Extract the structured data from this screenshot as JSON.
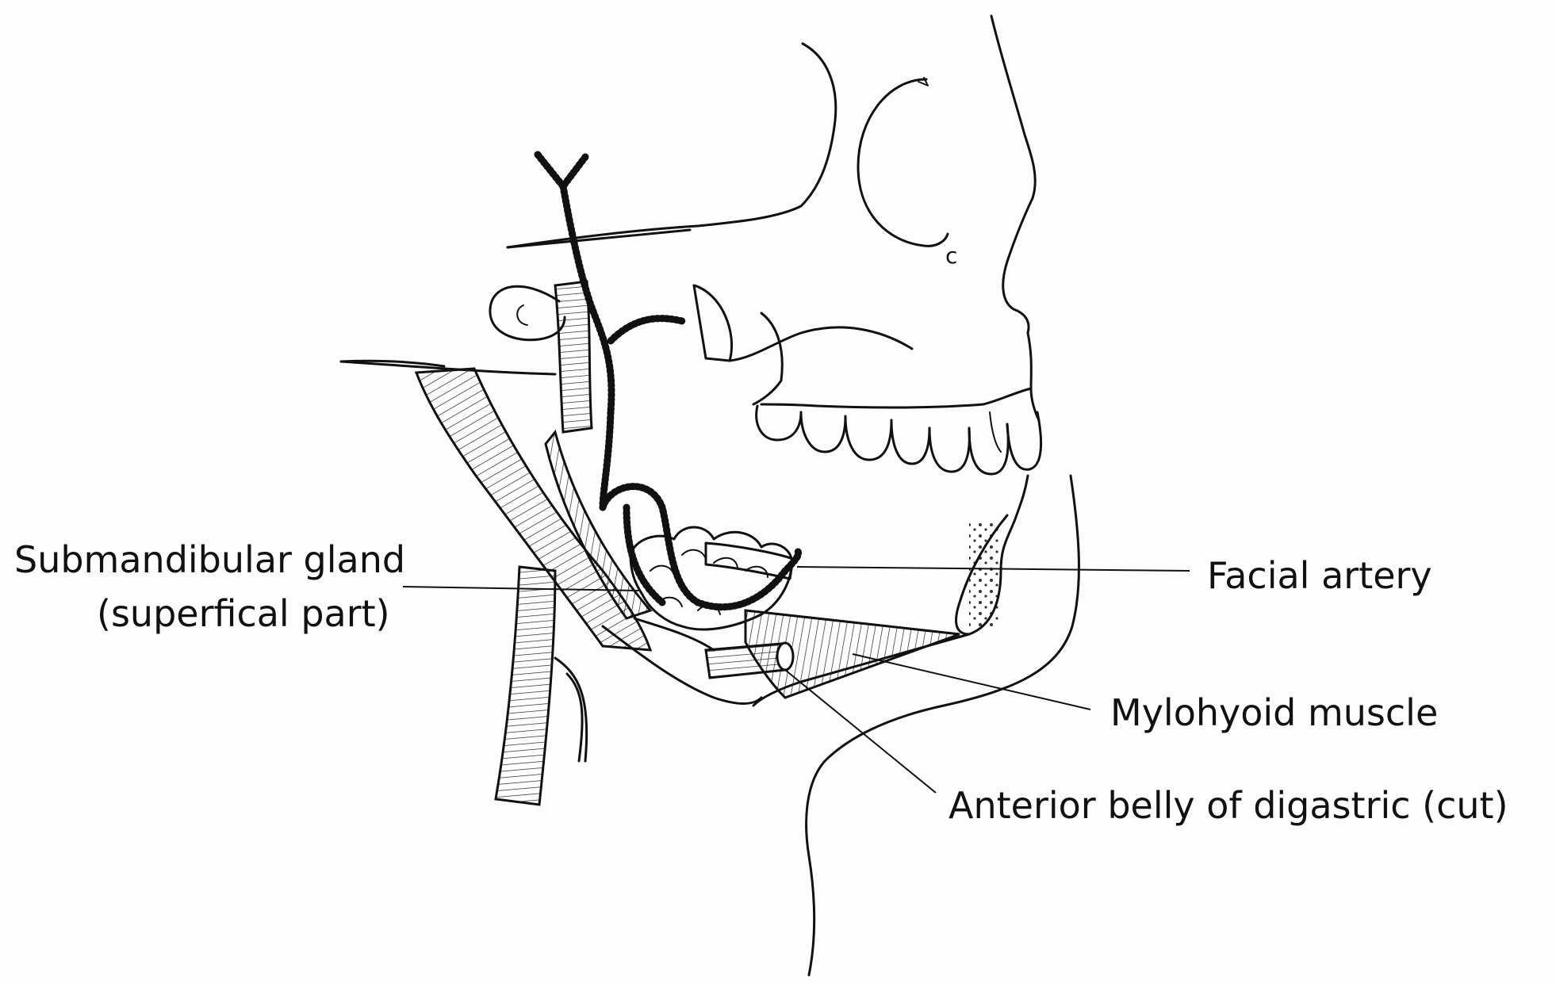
{
  "figure": {
    "labels": {
      "submandibular_gland_line1": "Submandibular gland",
      "submandibular_gland_line2": "(superfical part)",
      "facial_artery": "Facial artery",
      "mylohyoid_muscle": "Mylohyoid muscle",
      "anterior_belly_digastric": "Anterior belly of  digastric (cut)"
    },
    "colors": {
      "ink": "#111111",
      "paper": "#fdfdfd"
    }
  }
}
